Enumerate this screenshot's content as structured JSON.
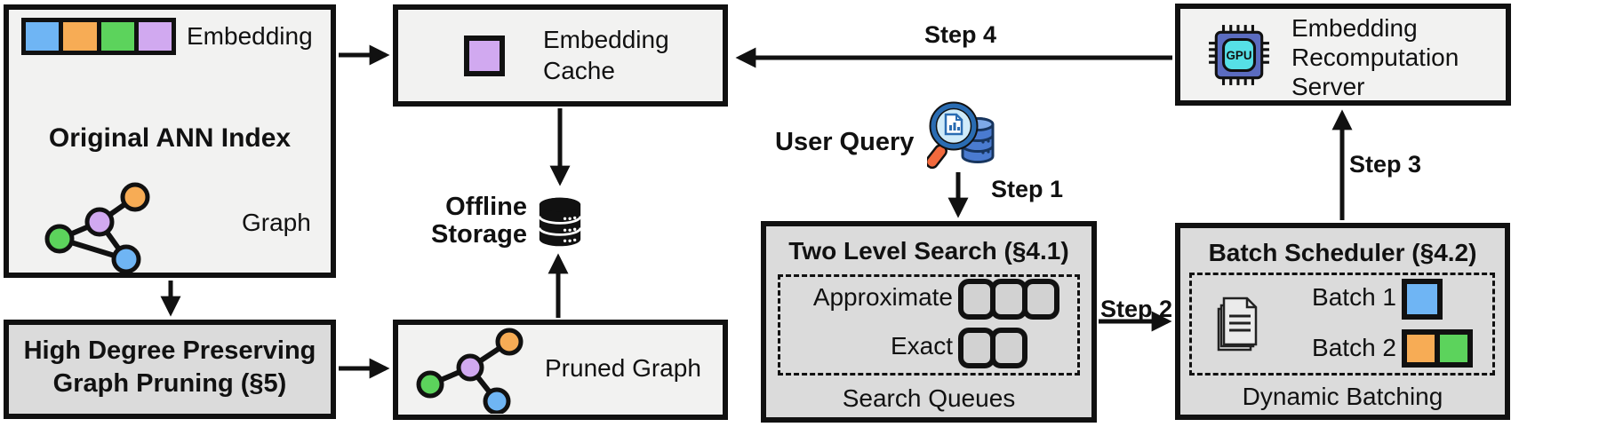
{
  "palette": {
    "blue": "#6FB5F4",
    "orange": "#F7AC55",
    "green": "#5CD35C",
    "purple": "#D1A9F0",
    "box_light": "#F2F2F1",
    "box_dark": "#DBDBDB",
    "queue_fill": "#D2D2D2"
  },
  "original_index": {
    "title": "Original ANN Index",
    "embedding_label": "Embedding",
    "graph_label": "Graph"
  },
  "embedding_cache": {
    "line1": "Embedding",
    "line2": "Cache"
  },
  "offline_storage": {
    "line1": "Offline",
    "line2": "Storage"
  },
  "graph_pruning": {
    "line1": "High Degree Preserving",
    "line2": "Graph Pruning (§5)"
  },
  "pruned_graph": {
    "label": "Pruned Graph"
  },
  "user_query": {
    "label": "User Query"
  },
  "two_level_search": {
    "title": "Two Level Search (§4.1)",
    "approximate_label": "Approximate",
    "exact_label": "Exact",
    "caption": "Search Queues"
  },
  "batch_scheduler": {
    "title": "Batch Scheduler (§4.2)",
    "batch1_label": "Batch 1",
    "batch2_label": "Batch 2",
    "caption": "Dynamic Batching"
  },
  "recomputation_server": {
    "line1": "Embedding",
    "line2": "Recomputation",
    "line3": "Server",
    "chip_label": "GPU"
  },
  "steps": {
    "s1": "Step 1",
    "s2": "Step 2",
    "s3": "Step 3",
    "s4": "Step 4"
  }
}
